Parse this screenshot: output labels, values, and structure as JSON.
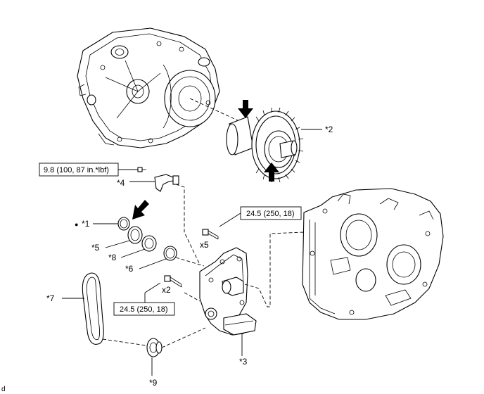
{
  "labels": {
    "part_2": "*2",
    "part_4": "*4",
    "part_1": "*1",
    "part_5": "*5",
    "part_8": "*8",
    "part_6": "*6",
    "part_7": "*7",
    "part_3": "*3",
    "part_9": "*9",
    "bullet": "●",
    "qty_x5": "x5",
    "qty_x2": "x2",
    "corner_mark": "d"
  },
  "torque": {
    "top_left": "9.8 (100, 87 in.*lbf)",
    "right_bolt": "24.5 (250, 18)",
    "lower_bolt": "24.5 (250, 18)"
  },
  "icons": [
    "install-direction-arrow-icon",
    "grease-bullet-icon"
  ]
}
